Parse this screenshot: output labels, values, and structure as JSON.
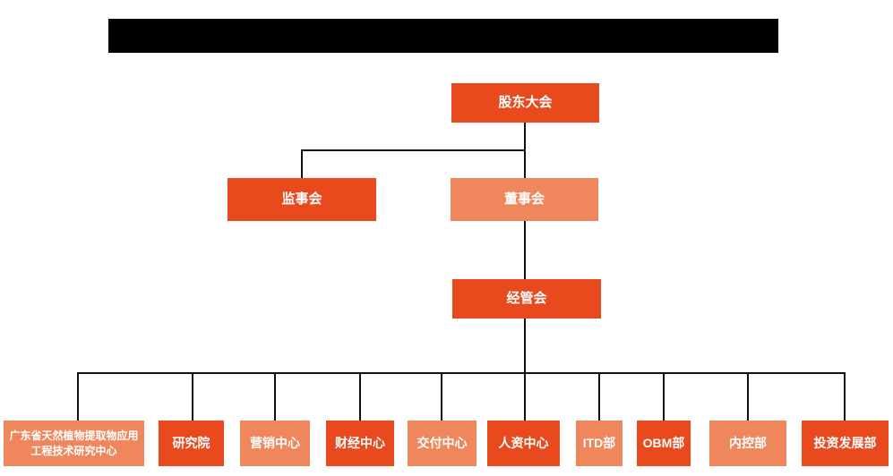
{
  "colors": {
    "primary_orange": "#E8491D",
    "secondary_salmon": "#F0875C",
    "connector_line": "#111111",
    "redaction_bar": "#000000",
    "node_text": "#ffffff"
  },
  "org_chart": {
    "root": {
      "label": "股东大会",
      "variant": "primary"
    },
    "level2": [
      {
        "label": "监事会",
        "variant": "primary"
      },
      {
        "label": "董事会",
        "variant": "secondary"
      }
    ],
    "level3": {
      "label": "经管会",
      "variant": "primary"
    },
    "departments": [
      {
        "label": "广东省天然植物提取物应用工程技术研究中心",
        "variant": "secondary"
      },
      {
        "label": "研究院",
        "variant": "primary"
      },
      {
        "label": "营销中心",
        "variant": "secondary"
      },
      {
        "label": "财经中心",
        "variant": "primary"
      },
      {
        "label": "交付中心",
        "variant": "secondary"
      },
      {
        "label": "人资中心",
        "variant": "primary"
      },
      {
        "label": "ITD部",
        "variant": "secondary"
      },
      {
        "label": "OBM部",
        "variant": "primary"
      },
      {
        "label": "内控部",
        "variant": "secondary"
      },
      {
        "label": "投资发展部",
        "variant": "primary"
      }
    ]
  }
}
